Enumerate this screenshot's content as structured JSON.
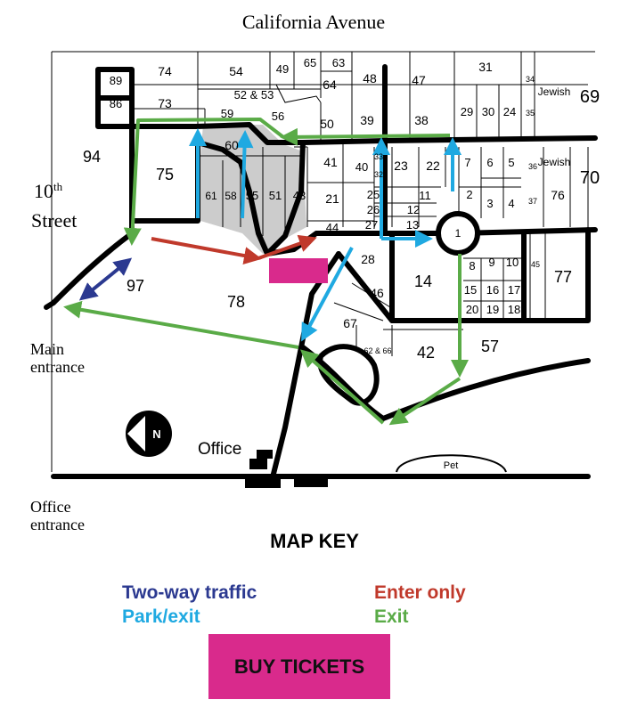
{
  "labels": {
    "street_top": "California Avenue",
    "street_left_1": "10",
    "street_left_sup": "th",
    "street_left_2": "Street",
    "main_entrance": "Main entrance",
    "office_entrance": "Office entrance",
    "office": "Office",
    "pet": "Pet",
    "north": "N"
  },
  "sections": [
    {
      "text": "89",
      "pos": "s89"
    },
    {
      "text": "86",
      "pos": "s86"
    },
    {
      "text": "74",
      "pos": "s74"
    },
    {
      "text": "73",
      "pos": "s73"
    },
    {
      "text": "54",
      "pos": "s54"
    },
    {
      "text": "49",
      "pos": "s49"
    },
    {
      "text": "65",
      "pos": "s65"
    },
    {
      "text": "63",
      "pos": "s63"
    },
    {
      "text": "64",
      "pos": "s64"
    },
    {
      "text": "48",
      "pos": "s48"
    },
    {
      "text": "47",
      "pos": "s47"
    },
    {
      "text": "31",
      "pos": "s31"
    },
    {
      "text": "34",
      "pos": "s34"
    },
    {
      "text": "35",
      "pos": "s35"
    },
    {
      "text": "Jewish",
      "pos": "sJ1"
    },
    {
      "text": "69",
      "pos": "s69"
    },
    {
      "text": "52 & 53",
      "pos": "s5253"
    },
    {
      "text": "59",
      "pos": "s59"
    },
    {
      "text": "56",
      "pos": "s56"
    },
    {
      "text": "50",
      "pos": "s50"
    },
    {
      "text": "39",
      "pos": "s39"
    },
    {
      "text": "38",
      "pos": "s38"
    },
    {
      "text": "29",
      "pos": "s29"
    },
    {
      "text": "30",
      "pos": "s30"
    },
    {
      "text": "24",
      "pos": "s24"
    },
    {
      "text": "94",
      "pos": "s94"
    },
    {
      "text": "75",
      "pos": "s75"
    },
    {
      "text": "60",
      "pos": "s60"
    },
    {
      "text": "61",
      "pos": "s61"
    },
    {
      "text": "58",
      "pos": "s58"
    },
    {
      "text": "55",
      "pos": "s55"
    },
    {
      "text": "51",
      "pos": "s51"
    },
    {
      "text": "43",
      "pos": "s43"
    },
    {
      "text": "41",
      "pos": "s41"
    },
    {
      "text": "40",
      "pos": "s40"
    },
    {
      "text": "33",
      "pos": "s33"
    },
    {
      "text": "32",
      "pos": "s32"
    },
    {
      "text": "23",
      "pos": "s23"
    },
    {
      "text": "22",
      "pos": "s22"
    },
    {
      "text": "7",
      "pos": "s7"
    },
    {
      "text": "6",
      "pos": "s6"
    },
    {
      "text": "5",
      "pos": "s5"
    },
    {
      "text": "36",
      "pos": "s36"
    },
    {
      "text": "Jewish",
      "pos": "sJ2"
    },
    {
      "text": "76",
      "pos": "s76"
    },
    {
      "text": "70",
      "pos": "s70"
    },
    {
      "text": "21",
      "pos": "s21"
    },
    {
      "text": "25",
      "pos": "s25"
    },
    {
      "text": "11",
      "pos": "s11"
    },
    {
      "text": "2",
      "pos": "s2"
    },
    {
      "text": "3",
      "pos": "s3"
    },
    {
      "text": "4",
      "pos": "s4"
    },
    {
      "text": "37",
      "pos": "s37"
    },
    {
      "text": "26",
      "pos": "s26"
    },
    {
      "text": "12",
      "pos": "s12"
    },
    {
      "text": "44",
      "pos": "s44"
    },
    {
      "text": "27",
      "pos": "s27"
    },
    {
      "text": "13",
      "pos": "s13"
    },
    {
      "text": "1",
      "pos": "s1"
    },
    {
      "text": "97",
      "pos": "s97"
    },
    {
      "text": "78",
      "pos": "s78"
    },
    {
      "text": "28",
      "pos": "s28"
    },
    {
      "text": "14",
      "pos": "s14"
    },
    {
      "text": "8",
      "pos": "s8"
    },
    {
      "text": "9",
      "pos": "s9"
    },
    {
      "text": "10",
      "pos": "s10"
    },
    {
      "text": "45",
      "pos": "s45"
    },
    {
      "text": "77",
      "pos": "s77"
    },
    {
      "text": "46",
      "pos": "s46"
    },
    {
      "text": "15",
      "pos": "s15"
    },
    {
      "text": "16",
      "pos": "s16"
    },
    {
      "text": "17",
      "pos": "s17"
    },
    {
      "text": "20",
      "pos": "s20"
    },
    {
      "text": "19",
      "pos": "s19"
    },
    {
      "text": "18",
      "pos": "s18"
    },
    {
      "text": "67",
      "pos": "s67"
    },
    {
      "text": "62 & 66",
      "pos": "s6266"
    },
    {
      "text": "42",
      "pos": "s42"
    },
    {
      "text": "57",
      "pos": "s57"
    }
  ],
  "key": {
    "title": "MAP KEY",
    "two_way": "Two-way traffic",
    "park_exit": "Park/exit",
    "enter_only": "Enter only",
    "exit": "Exit"
  },
  "buy_tickets_label": "BUY TICKETS",
  "colors": {
    "two_way": "#2b3990",
    "park_exit": "#1fa9e1",
    "enter_only": "#c0392b",
    "exit": "#5aab47",
    "buy_tickets": "#d92a8c",
    "parking_area": "#cccccc"
  }
}
